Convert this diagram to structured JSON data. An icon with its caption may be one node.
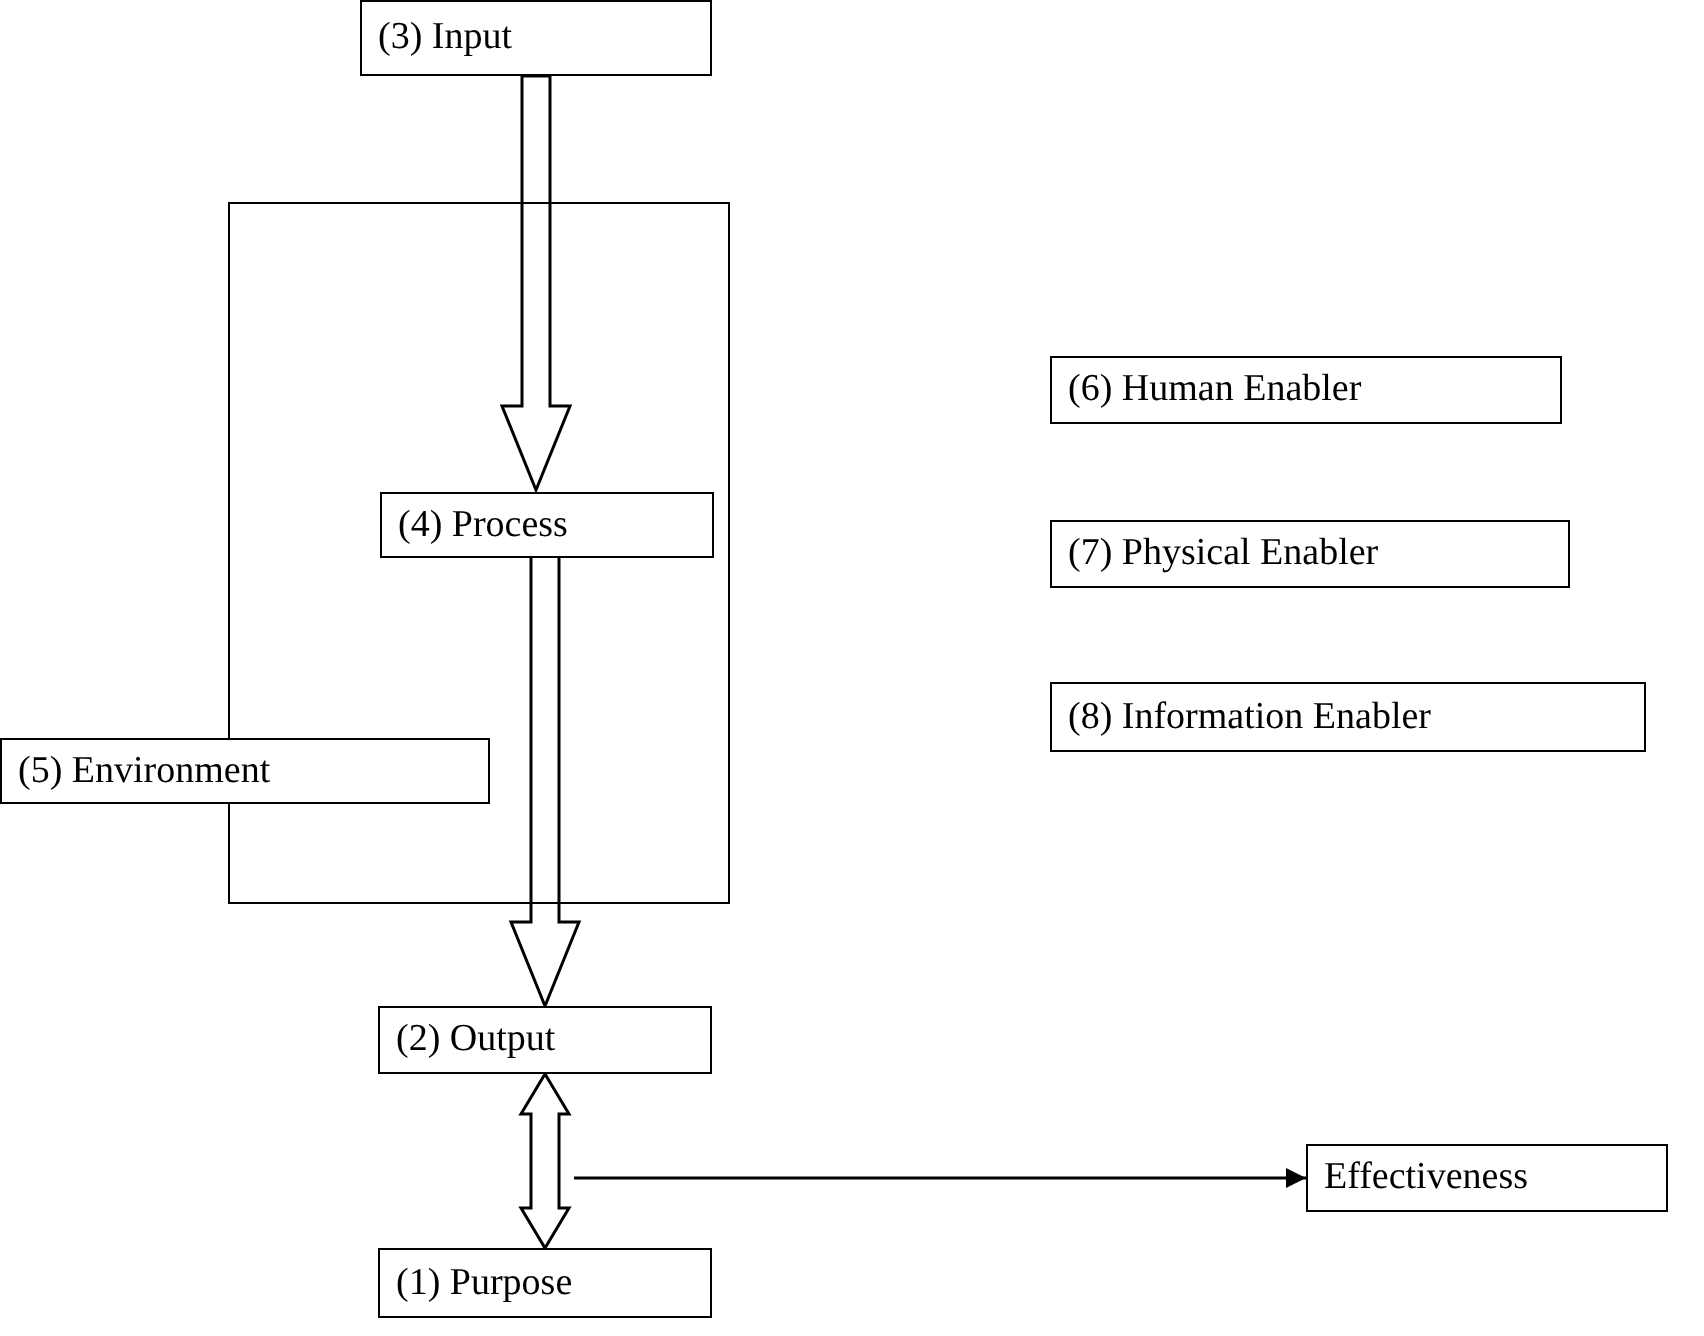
{
  "diagram": {
    "nodes": [
      {
        "text": [
          "(3) Input"
        ]
      },
      {
        "text": [],
        "shape": "box"
      },
      {
        "text": [
          "(4) Process"
        ],
        "in": 1
      },
      {
        "text": [
          "(6) Human Enabler"
        ]
      },
      {
        "text": [
          "(7) Physical Enabler"
        ]
      },
      {
        "text": [
          "(8) Information Enabler"
        ]
      },
      {
        "text": [
          "(5) Environment"
        ]
      },
      {
        "text": [
          "(2) Output"
        ]
      },
      {
        "text": [
          "Effectiveness"
        ]
      },
      {
        "text": [
          "(1) Purpose"
        ]
      }
    ],
    "edges": [
      {
        "from": 0,
        "to": 2,
        "arrow": "to",
        "style": "thick"
      },
      {
        "from": 2,
        "to": 7,
        "arrow": "to",
        "style": "thick"
      },
      {
        "from": 7,
        "to": 9,
        "arrow": "both",
        "style": "thick"
      },
      {
        "from": null,
        "to": 8,
        "arrow": "to"
      }
    ]
  }
}
